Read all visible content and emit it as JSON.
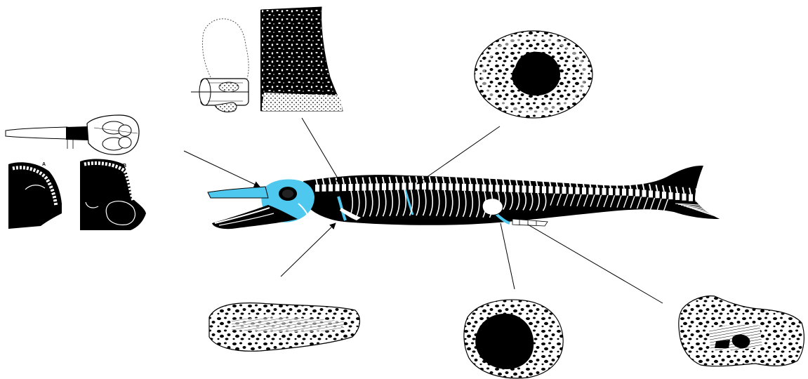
{
  "panel_labels": {
    "a": "A",
    "b": "B"
  },
  "colors": {
    "background": "#ffffff",
    "ink": "#000000",
    "highlight": "#4fc8f0",
    "bone": "#ffffff"
  },
  "icons": {
    "arrow": "arrowhead",
    "skeleton": "fish-skeleton"
  }
}
